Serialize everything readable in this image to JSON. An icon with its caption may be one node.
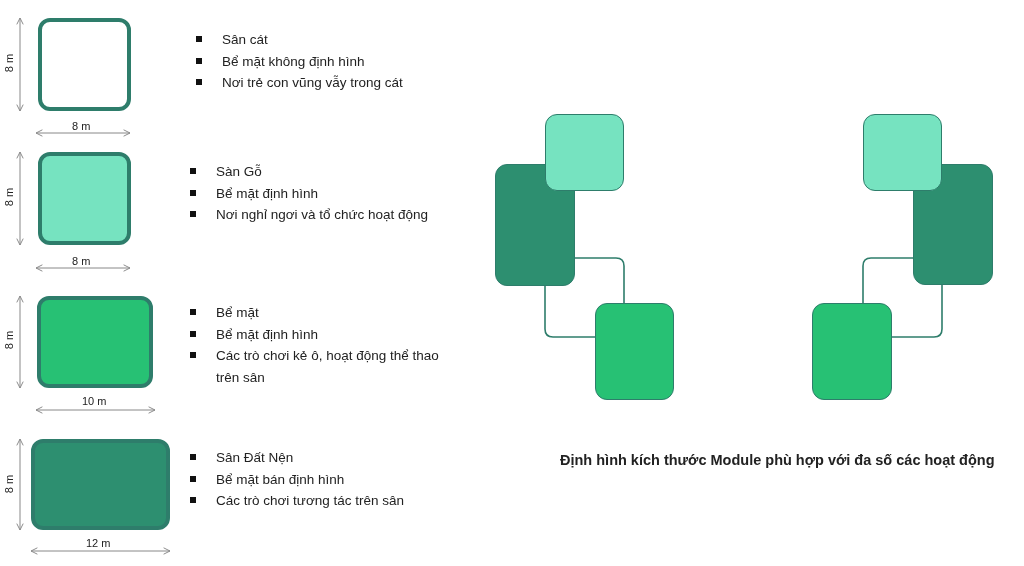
{
  "diagram": {
    "caption": "Định hình kích thước Module phù hợp với đa số các hoạt động",
    "nodes": [
      {
        "text": [],
        "shape": "box",
        "beside": [
          "Sân cát",
          "Bể mặt không định hình",
          "Nơi trẻ con vũng vẫy trong cát"
        ]
      },
      {
        "text": [],
        "shape": "box",
        "beside": [
          "Sàn Gỗ",
          "Bể mặt định hình",
          "Nơi nghỉ ngơi và tổ chức hoạt động"
        ]
      },
      {
        "text": [],
        "shape": "box",
        "beside": [
          "Bể mặt",
          "Bể mặt định hình",
          "Các trò chơi kẻ ô, hoạt động thể thao trên sân"
        ]
      },
      {
        "text": [],
        "shape": "box",
        "beside": [
          "Sân Đất Nện",
          "Bể mặt bán định hình",
          "Các trò chơi tương tác trên sân"
        ]
      },
      {
        "text": [],
        "shape": "box"
      },
      {
        "text": [],
        "shape": "box"
      },
      {
        "text": [],
        "shape": "box"
      },
      {
        "text": [],
        "shape": "box"
      },
      {
        "text": [],
        "shape": "box"
      },
      {
        "text": [],
        "shape": "box"
      }
    ],
    "edges": [
      {
        "from": 5,
        "to": 6,
        "arrow": "none"
      },
      {
        "from": 5,
        "to": 6,
        "arrow": "none"
      },
      {
        "from": 8,
        "to": 9,
        "arrow": "none"
      },
      {
        "from": 8,
        "to": 9,
        "arrow": "none"
      }
    ],
    "labels": [
      "8 m",
      "8 m",
      "8 m",
      "8 m",
      "8 m",
      "10 m",
      "8 m",
      "12 m"
    ]
  }
}
